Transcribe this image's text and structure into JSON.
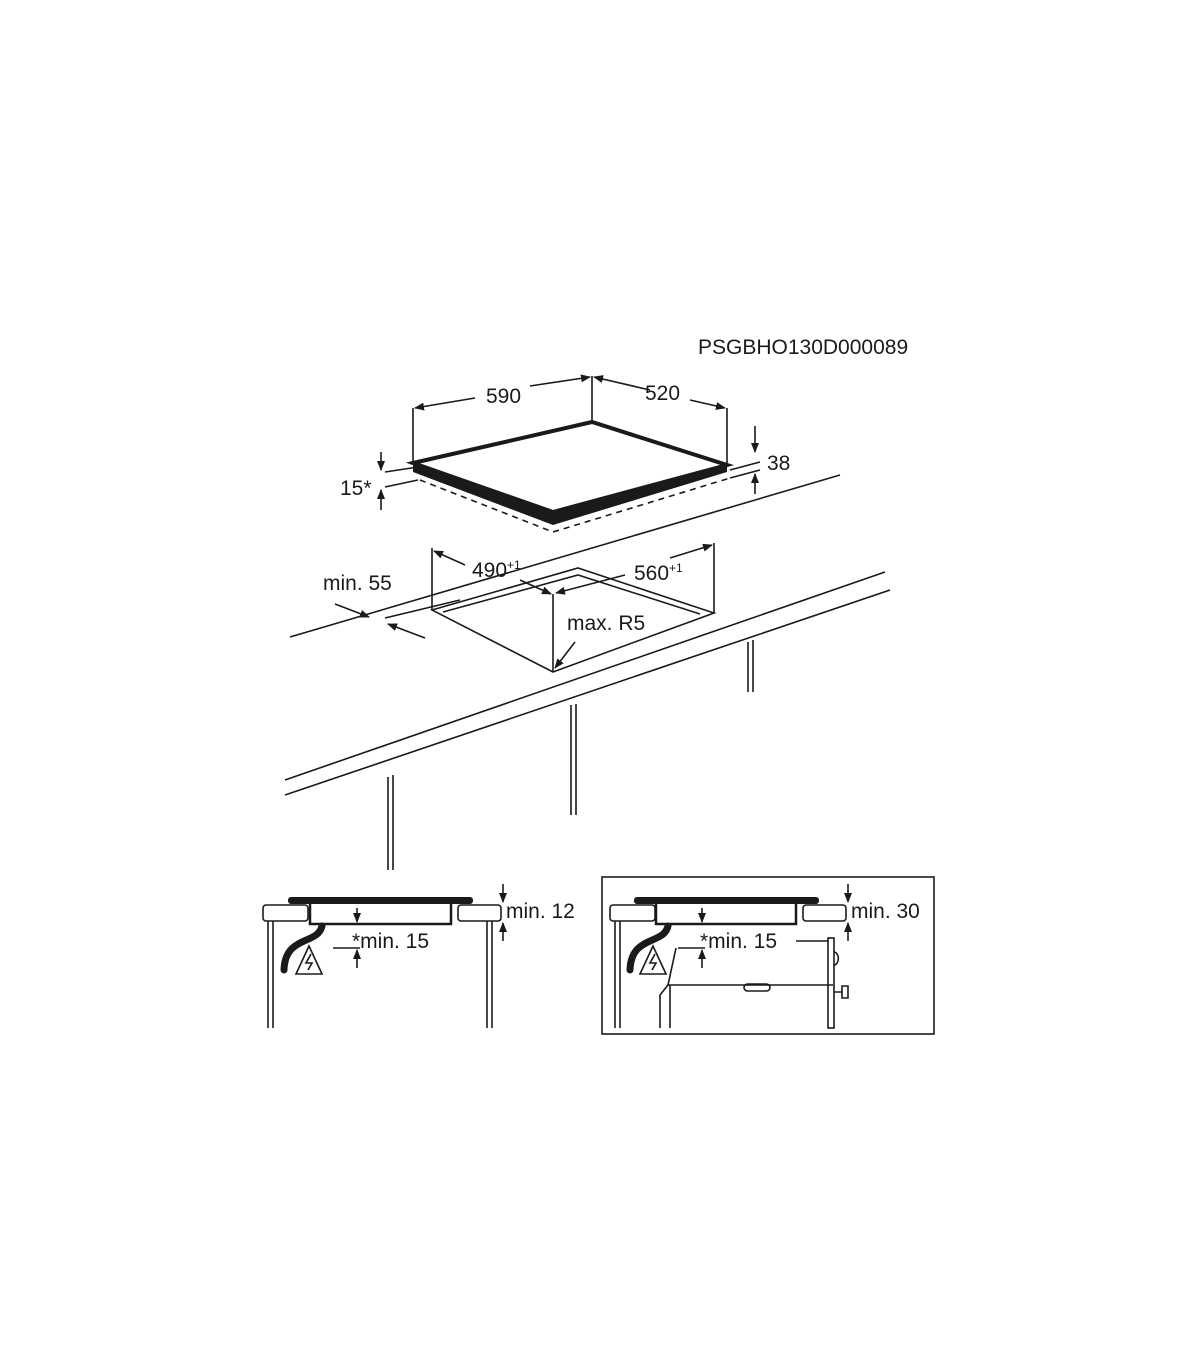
{
  "code": "PSGBHO130D000089",
  "hob": {
    "width": "590",
    "depth": "520",
    "height": "38",
    "seal": "15*"
  },
  "cutout": {
    "width": "560",
    "width_tol": "+1",
    "depth": "490",
    "depth_tol": "+1",
    "edge_distance": "min. 55",
    "radius": "max. R5"
  },
  "detail_left": {
    "top_gap": "min. 12",
    "bottom_gap": "*min. 15"
  },
  "detail_right": {
    "top_gap": "min. 30",
    "bottom_gap": "*min. 15"
  },
  "colors": {
    "line": "#1a1a1a",
    "background": "#ffffff"
  }
}
